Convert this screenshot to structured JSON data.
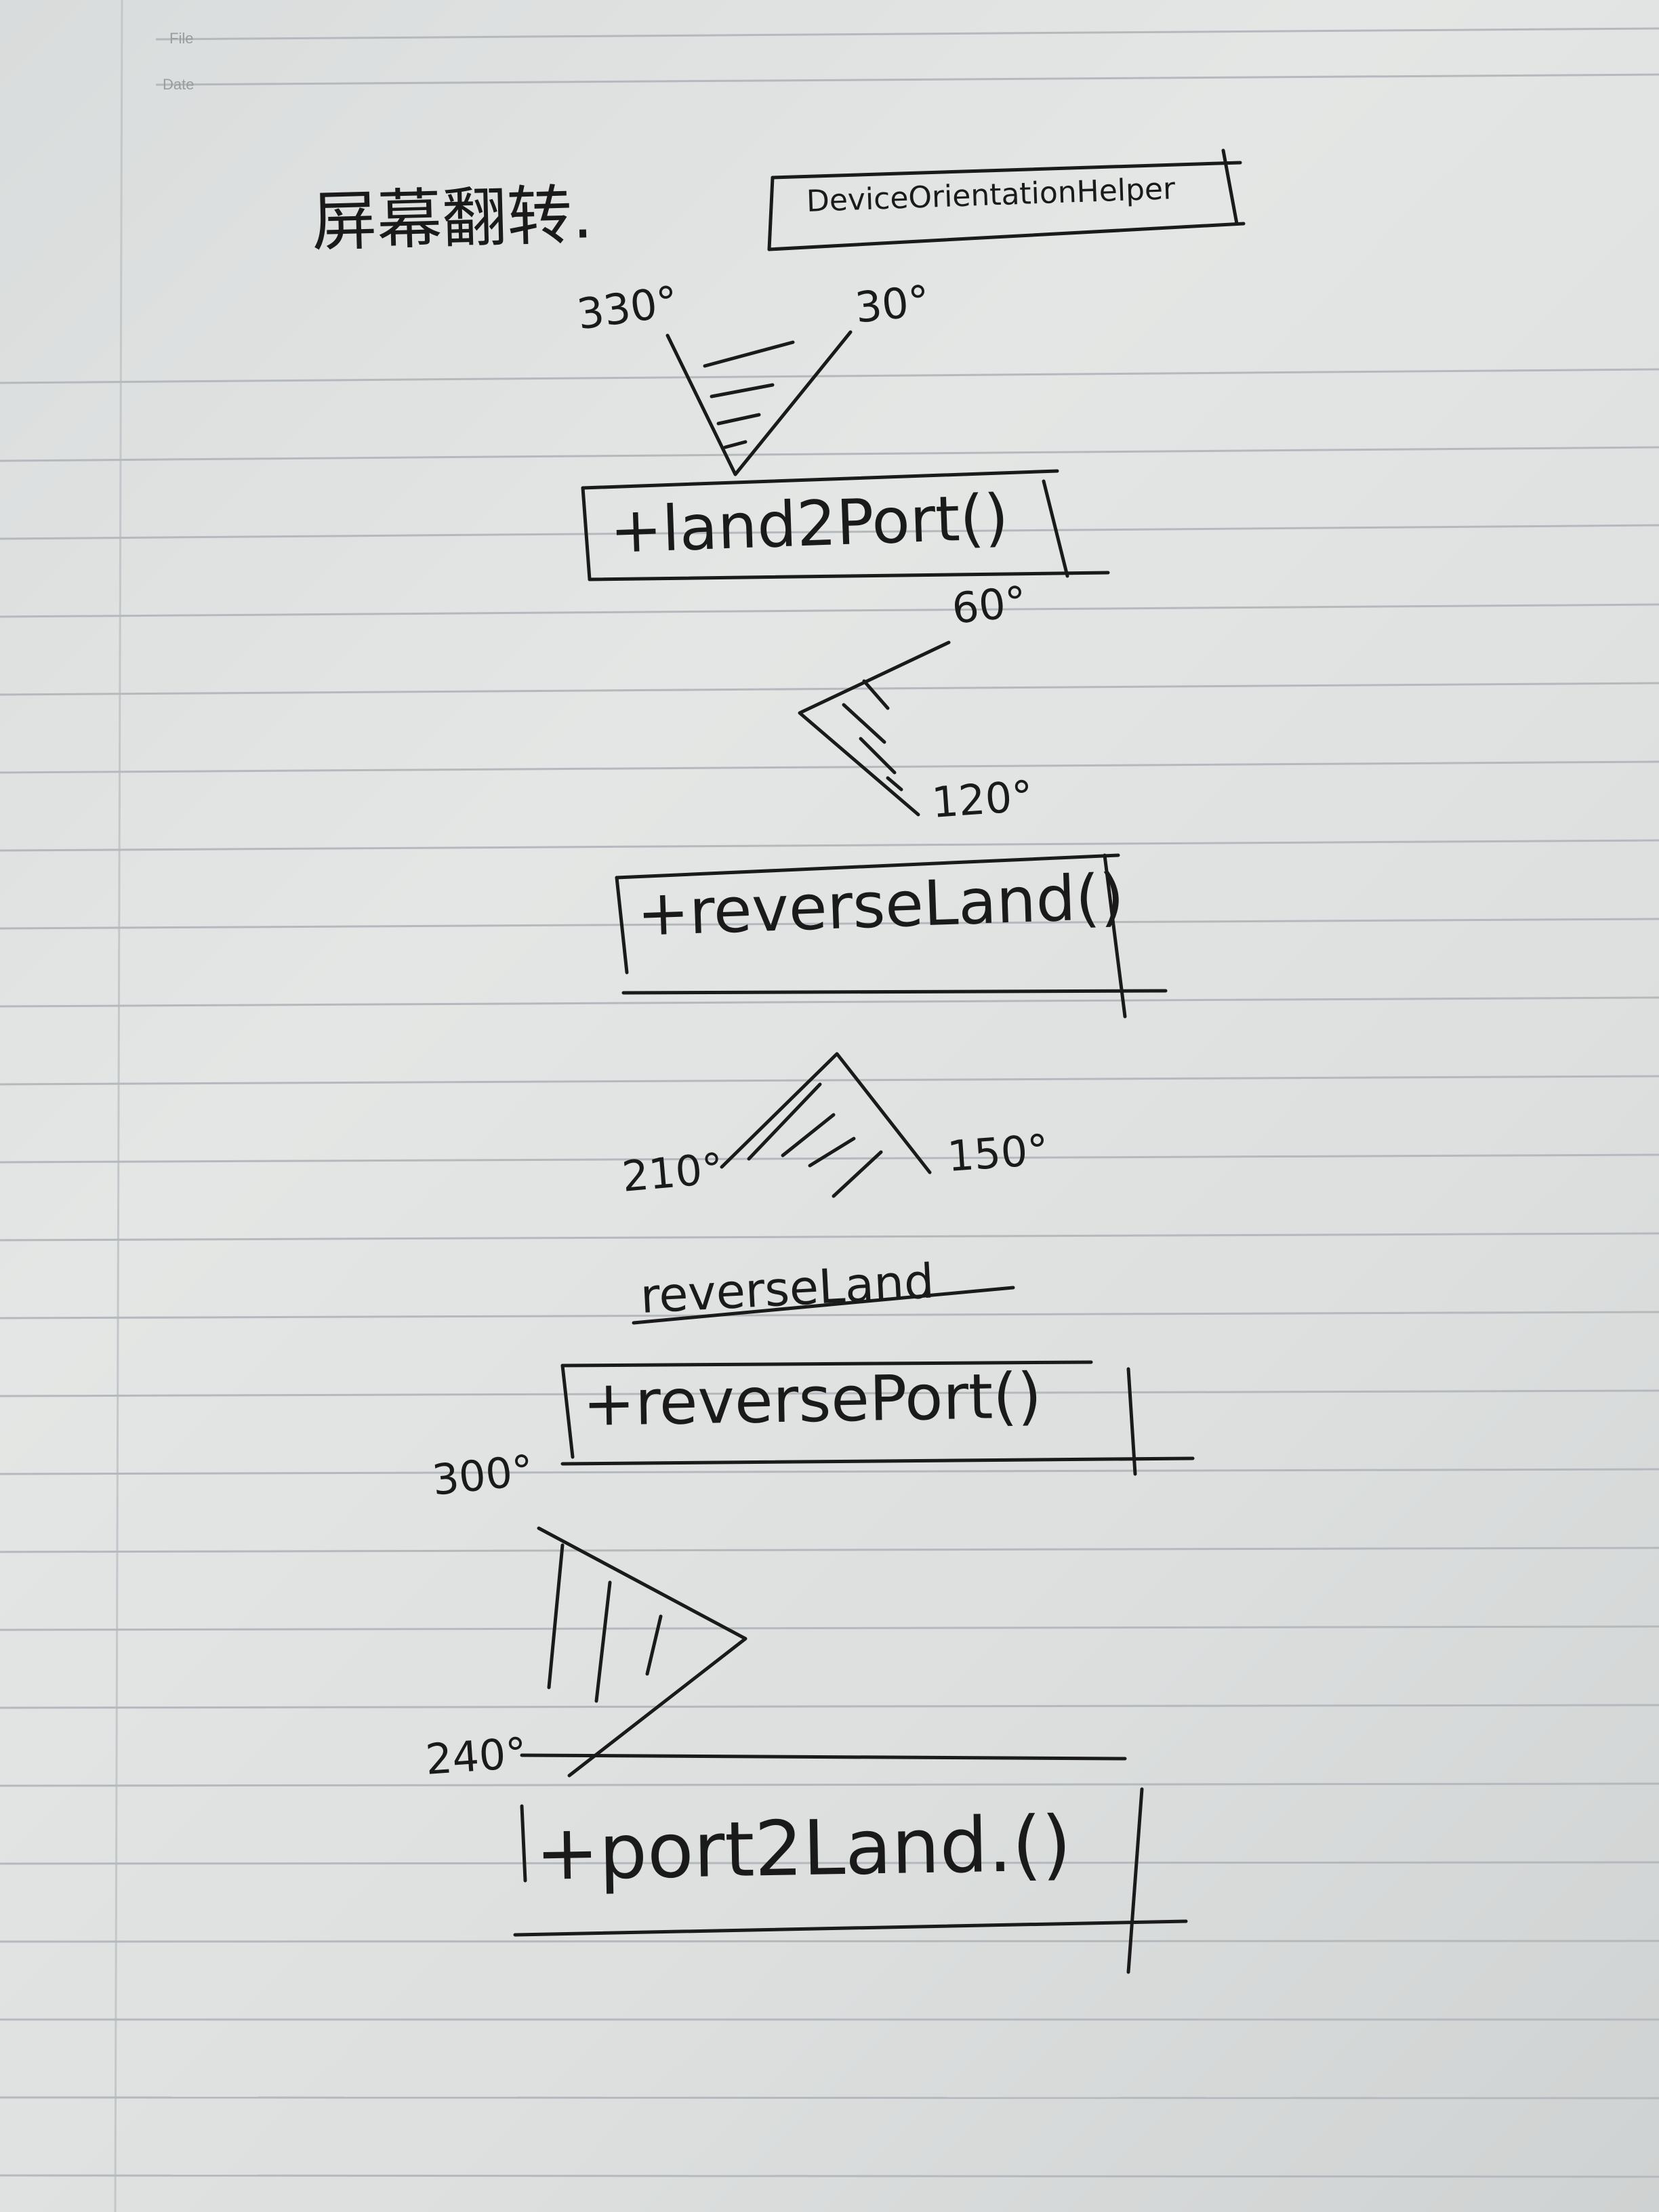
{
  "header": {
    "file_label": "File",
    "date_label": "Date"
  },
  "title": {
    "chinese": "屏幕翻转.",
    "class_name": "DeviceOrientationHelper"
  },
  "sections": [
    {
      "angles": [
        "330°",
        "30°"
      ],
      "method": "+land2Port()"
    },
    {
      "angles": [
        "60°",
        "120°"
      ],
      "method": "+reverseLand()"
    },
    {
      "angles": [
        "210°",
        "150°"
      ],
      "struck_text": "reverseLand",
      "method": "+reversePort()"
    },
    {
      "angles": [
        "300°",
        "240°"
      ],
      "method": "+port2Land.()"
    }
  ],
  "colors": {
    "ink": "#1a1a1a",
    "paper": "#e2e4e4",
    "rule": "#b4b9bd"
  }
}
